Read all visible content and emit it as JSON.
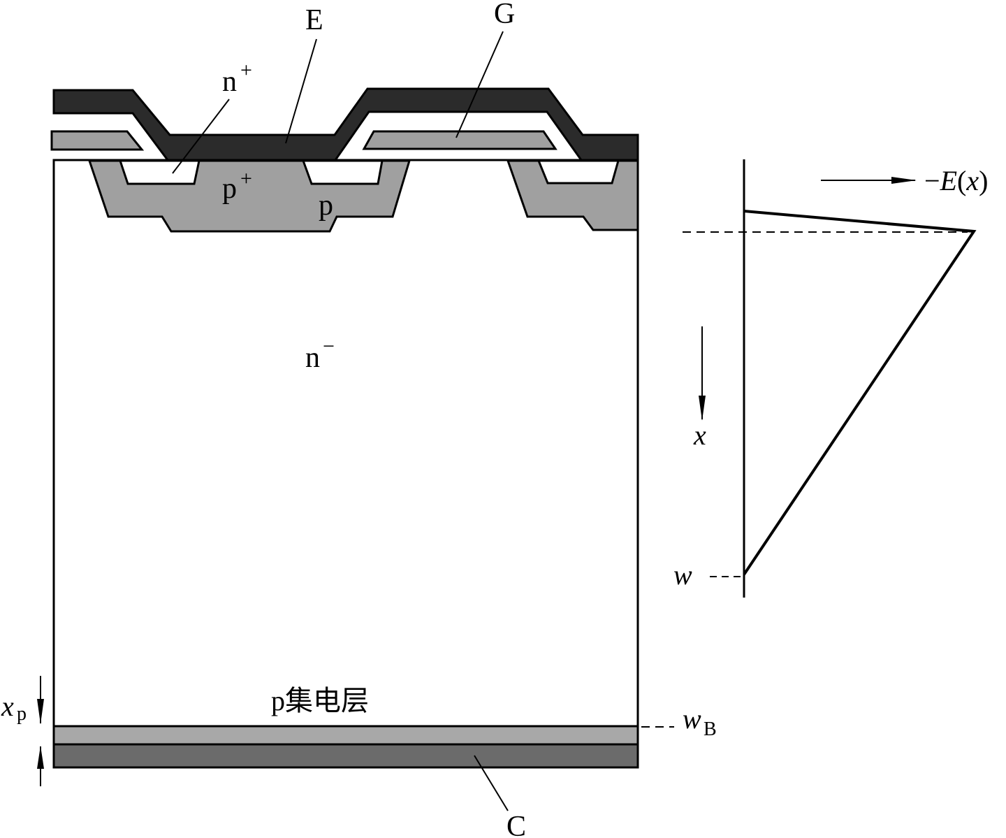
{
  "labels": {
    "emitter": "E",
    "gate": "G",
    "n_plus": "n",
    "n_plus_sup": "+",
    "p_plus": "p",
    "p_plus_sup": "+",
    "p_well": "p",
    "n_minus": "n",
    "n_minus_sup": "−",
    "p_collector": "p集电层",
    "collector": "C",
    "xp_main": "x",
    "xp_sub": "p",
    "wB_main": "w",
    "wB_sub": "B",
    "field_minus": "−",
    "field_E": "E",
    "field_open": "(",
    "field_x": "x",
    "field_close": ")",
    "x_axis": "x",
    "w_label": "w"
  },
  "colors": {
    "metal": "#2b2b2b",
    "poly": "#a0a0a0",
    "p_region": "#a0a0a0",
    "collector_layer": "#a8a8a8",
    "collector_metal": "#6b6b6b",
    "line": "#000000"
  }
}
